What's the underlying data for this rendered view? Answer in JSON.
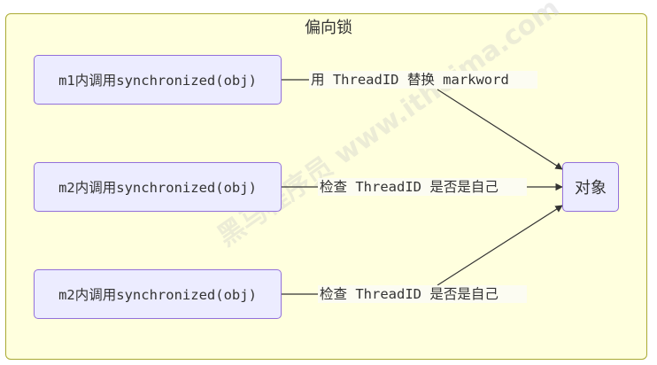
{
  "diagram": {
    "title": "偏向锁",
    "nodes": {
      "m1": "m1内调用synchronized(obj)",
      "m2a": "m2内调用synchronized(obj)",
      "m2b": "m2内调用synchronized(obj)",
      "obj": "对象"
    },
    "edges": {
      "e1": "用 ThreadID 替换 markword",
      "e2": "检查 ThreadID 是否是自己",
      "e3": "检查 ThreadID 是否是自己"
    },
    "watermark": "黑马程序员 www.itheima.com"
  },
  "colors": {
    "subgraph_fill": "#ffffde",
    "subgraph_border": "#aaaa33",
    "node_fill": "#ececff",
    "node_border": "#9370db",
    "edge_color": "#333333"
  }
}
